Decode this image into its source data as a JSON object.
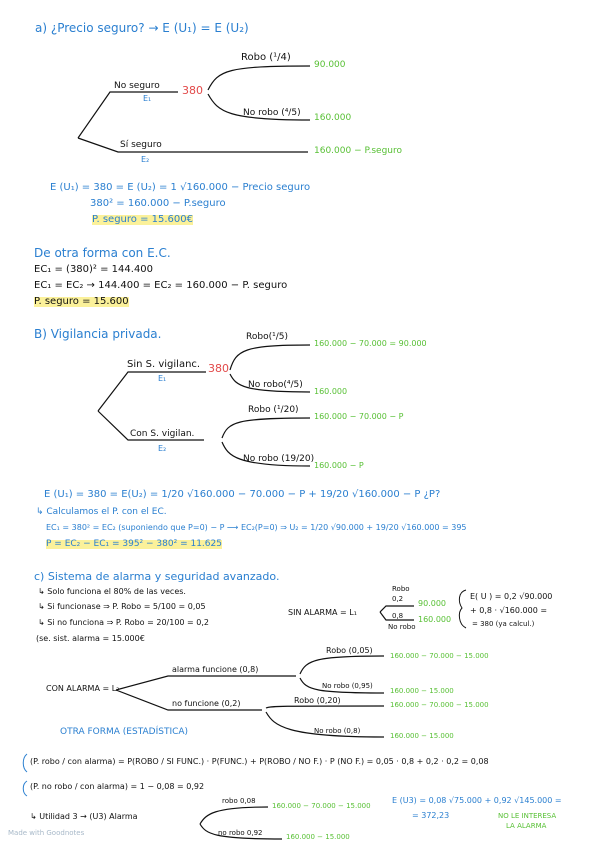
{
  "colors": {
    "blue": "#2a7fd0",
    "black": "#111111",
    "green": "#58c035",
    "red": "#e24a4a",
    "highlight": "#fbf19a"
  },
  "secA": {
    "title": "a) ¿Precio seguro? → E (U₁) = E (U₂)",
    "no_seguro": "No seguro",
    "e1": "E₁",
    "val380": "380",
    "robo": "Robo (¹/4)",
    "g90": "90.000",
    "no_robo": "No robo (⁴/5)",
    "g160": "160.000",
    "si_seguro": "Sí seguro",
    "e2": "E₂",
    "g160p": "160.000 − P.seguro",
    "eq1": "E (U₁) = 380 = E (U₂) = 1 √160.000 − Precio seguro",
    "eq2": "380² = 160.000 − P.seguro",
    "eq3": "P. seguro = 15.600€"
  },
  "ec": {
    "title": "De otra forma con E.C.",
    "l1": "EC₁ = (380)² = 144.400",
    "l2": "EC₁ = EC₂ → 144.400 = EC₂ = 160.000 − P. seguro",
    "l3": "P. seguro = 15.600"
  },
  "secB": {
    "title": "B) Vigilancia privada.",
    "sin": "Sin S. vigilanc.",
    "e1": "E₁",
    "val380": "380",
    "robo": "Robo(¹/5)",
    "g1": "160.000 − 70.000 = 90.000",
    "no_robo": "No robo(⁴/5)",
    "g2": "160.000",
    "con": "Con S. vigilan.",
    "e2": "E₂",
    "robo2": "Robo (¹/20)",
    "g3": "160.000 − 70.000 − P",
    "no_robo2": "No robo (19/20)",
    "g4": "160.000 − P",
    "eq1": "E (U₁) = 380 = E(U₂) = 1/20 √160.000 − 70.000 − P + 19/20 √160.000 − P    ¿P?",
    "l1": "↳ Calculamos el P. con el EC.",
    "l2": "EC₁ = 380² = EC₂ (suponiendo que P=0) − P ⟶ EC₂(P=0) ⇒ U₂ = 1/20 √90.000 + 19/20 √160.000 = 395",
    "l3": "P = EC₂ − EC₁ = 395² − 380² = 11.625"
  },
  "secC": {
    "title": "c) Sistema de alarma y seguridad avanzado.",
    "b1": "↳ Solo funciona el 80% de las veces.",
    "b2": "↳ Si funcionase ⇒ P. Robo = 5/100 = 0,05",
    "b3": "↳ Si no funciona ⇒ P. Robo = 20/100 = 0,2",
    "b4": "(se. sist. alarma = 15.000€",
    "sin_alarma": "SIN ALARMA = L₁",
    "robo": "Robo",
    "p02": "0,2",
    "g90": "90.000",
    "p08": "0,8",
    "no_robo": "No robo",
    "g160": "160.000",
    "eu1": "E( U ) = 0,2 √90.000",
    "eu2": "+ 0,8 · √160.000 =",
    "eu3": "= 380  (ya calcul.)",
    "con_alarma": "CON ALARMA = L₂",
    "alarma_func": "alarma funcione (0,8)",
    "no_func": "no funcione (0,2)",
    "robo005": "Robo (0,05)",
    "gA": "160.000 − 70.000 − 15.000",
    "norobo095": "No robo (0,95)",
    "gB": "160.000 − 15.000",
    "robo020": "Robo (0,20)",
    "gC": "160.000 − 70.000 − 15.000",
    "norobo08": "No robo (0,8)",
    "gD": "160.000 − 15.000",
    "otra": "OTRA FORMA (ESTADÍSTICA)",
    "prob1": "(P. robo / con alarma) = P(ROBO / SI FUNC.) · P(FUNC.) + P(ROBO / NO F.) · P (NO F.) = 0,05 · 0,8 + 0,2 · 0,2 = 0,08",
    "prob2": "(P. no robo / con alarma) = 1 − 0,08 = 0,92",
    "util": "↳ Utilidad 3 → (U3)  Alarma",
    "robo008": "robo 0,08",
    "gE": "160.000 − 70.000 − 15.000",
    "norobo092": "no robo 0,92",
    "gF": "160.000 − 15.000",
    "eu3line": "E (U3) = 0,08 √75.000 + 0,92 √145.000 =",
    "eu3res": "= 372,23",
    "conclusion1": "NO LE INTERESA",
    "conclusion2": "LA ALARMA"
  },
  "watermark": "Made with Goodnotes"
}
